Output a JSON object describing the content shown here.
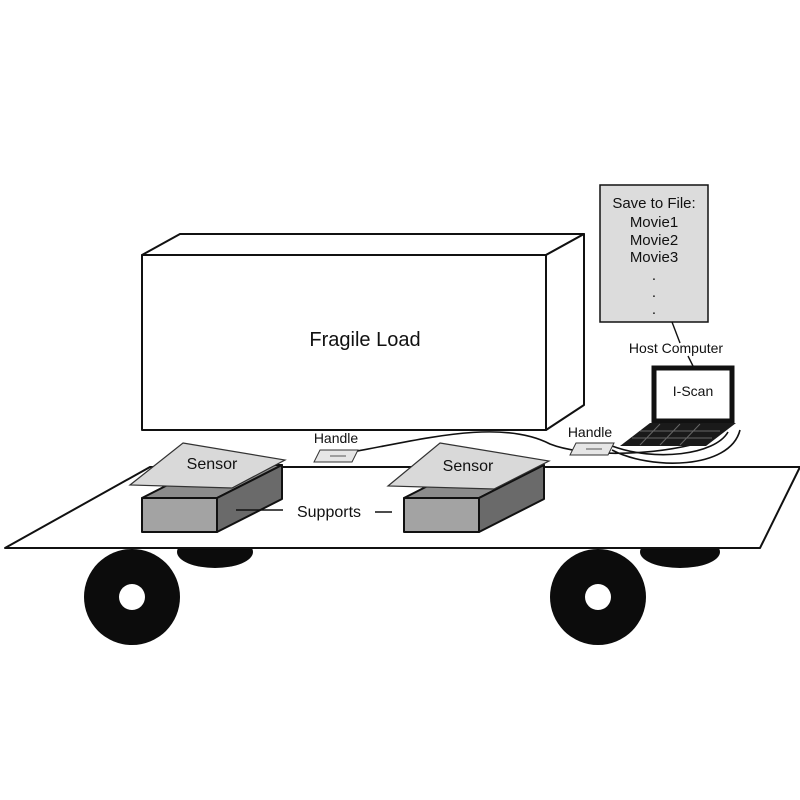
{
  "labels": {
    "fragile_load": "Fragile Load",
    "sensor_left": "Sensor",
    "sensor_right": "Sensor",
    "supports": "Supports",
    "handle_left": "Handle",
    "handle_right": "Handle",
    "host_computer": "Host Computer",
    "screen_text": "I-Scan"
  },
  "save_panel": {
    "title": "Save to File:",
    "files": [
      "Movie1",
      "Movie2",
      "Movie3"
    ],
    "ellipsis": [
      ".",
      ".",
      "."
    ]
  },
  "colors": {
    "outline": "#111111",
    "panel_fill": "#dcdcdc",
    "sensor_fill": "#d9d9d9",
    "support_top": "#8c8c8c",
    "support_front": "#a3a3a3",
    "support_side": "#6a6a6a",
    "wheel": "#0c0c0c",
    "background": "#ffffff"
  }
}
